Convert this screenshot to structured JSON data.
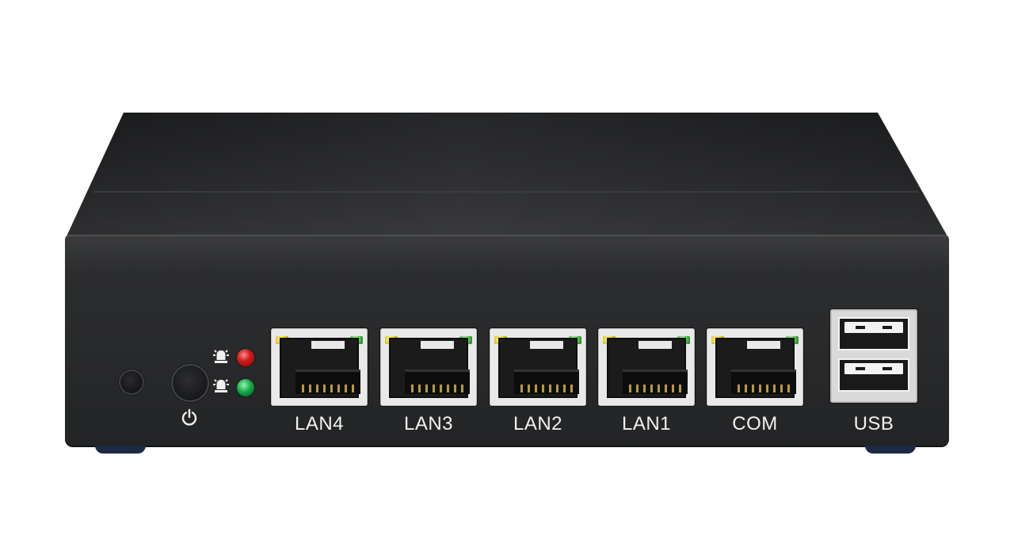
{
  "device": {
    "ports": [
      {
        "label": "LAN4"
      },
      {
        "label": "LAN3"
      },
      {
        "label": "LAN2"
      },
      {
        "label": "LAN1"
      },
      {
        "label": "COM"
      }
    ],
    "usb_label": "USB",
    "indicators": [
      {
        "icon": "activity-led-icon",
        "color": "#d21c1c"
      },
      {
        "icon": "activity-led-icon",
        "color": "#17a84a"
      }
    ],
    "colors": {
      "body": "#28292b",
      "port_frame": "#e9e9e9",
      "port_led_yellow": "#e2cf2b",
      "port_led_green": "#4fbd49",
      "foot": "#1c2a44"
    }
  }
}
